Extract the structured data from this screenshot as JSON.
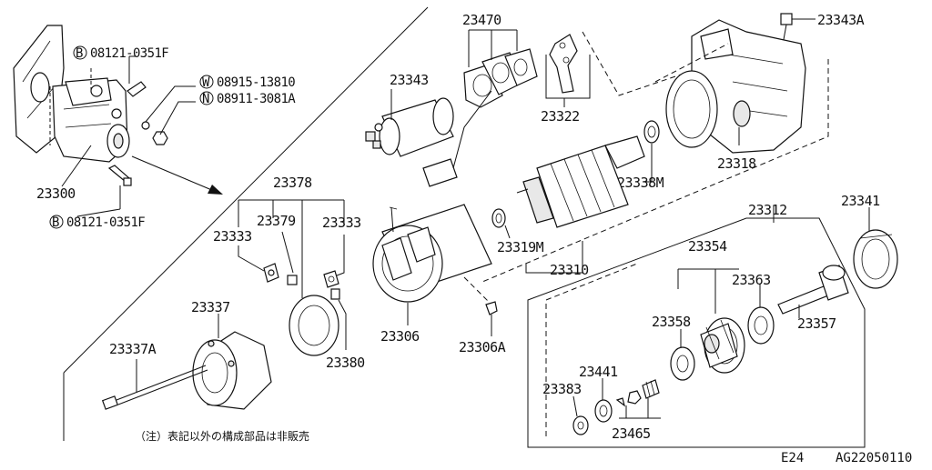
{
  "diagram": {
    "callouts": {
      "p23300": "23300",
      "b1": "08121-0351F",
      "b2": "08121-0351F",
      "b_sym": "B",
      "w_sym": "W",
      "n_sym": "N",
      "w1": "08915-13810",
      "n1": "08911-3081A",
      "p23470": "23470",
      "p23343": "23343",
      "p23322": "23322",
      "p23343A": "23343A",
      "p23318": "23318",
      "p23338M": "23338M",
      "p23378": "23378",
      "p23379": "23379",
      "p23333a": "23333",
      "p23333b": "23333",
      "p23319M": "23319M",
      "p23310": "23310",
      "p23312": "23312",
      "p23341": "23341",
      "p23354": "23354",
      "p23363": "23363",
      "p23357": "23357",
      "p23358": "23358",
      "p23337": "23337",
      "p23337A": "23337A",
      "p23306": "23306",
      "p23380": "23380",
      "p23306A": "23306A",
      "p23441": "23441",
      "p23383": "23383",
      "p23465": "23465"
    },
    "note": "（注）表記以外の構成部品は非販売",
    "footer": {
      "section": "E24",
      "code": "AG22050110"
    }
  }
}
